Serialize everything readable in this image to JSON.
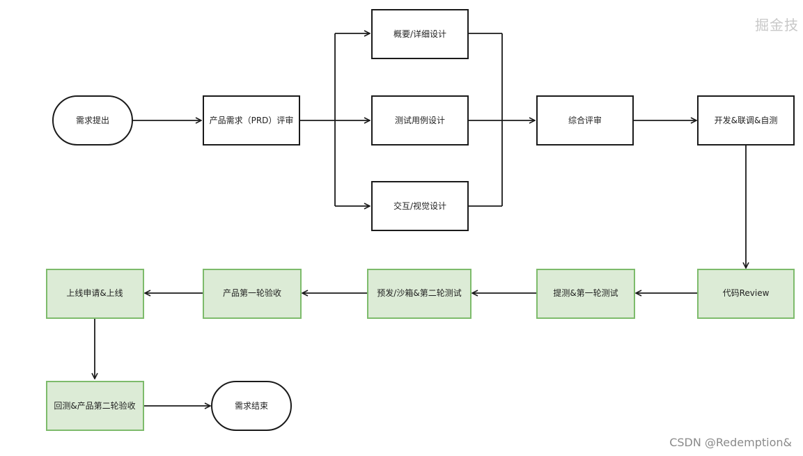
{
  "colors": {
    "stroke": "#1a1a1a",
    "green_fill": "#dcebd6",
    "green_stroke": "#7dbb6b",
    "white_fill": "#ffffff"
  },
  "watermark": {
    "top_right": "掘金技",
    "bottom_right": "CSDN @Redemption&"
  },
  "nodes": {
    "start": "需求提出",
    "prd": "产品需求（PRD）评审",
    "design1": "概要/详细设计",
    "design2": "测试用例设计",
    "design3": "交互/视觉设计",
    "review": "综合评审",
    "dev": "开发&联调&自测",
    "code_review": "代码Review",
    "test1": "提测&第一轮测试",
    "test2": "预发/沙箱&第二轮测试",
    "accept1": "产品第一轮验收",
    "launch": "上线申请&上线",
    "accept2": "回测&产品第二轮验收",
    "end": "需求结束"
  }
}
